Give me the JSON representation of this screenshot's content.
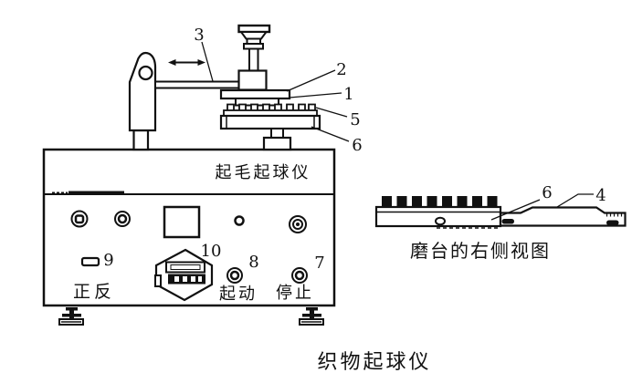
{
  "figure": {
    "caption": "织物起球仪"
  },
  "machine": {
    "nameplate": "起毛起球仪",
    "controls": {
      "reverse_switch": {
        "number": "9",
        "label": "正反"
      },
      "counter": {
        "number": "10"
      },
      "start_button": {
        "number": "8",
        "label": "起动"
      },
      "stop_button": {
        "number": "7",
        "label": "停止"
      }
    }
  },
  "part_labels": {
    "arm": "3",
    "specimen_clamp": "2",
    "specimen_holder": "1",
    "brush_row": "5",
    "abrasive_table": "6",
    "side_abrasive_table": "6",
    "side_bracket": "4"
  },
  "side_view": {
    "caption": "磨台的右侧视图"
  },
  "colors": {
    "ink": "#111111",
    "background": "#ffffff"
  }
}
